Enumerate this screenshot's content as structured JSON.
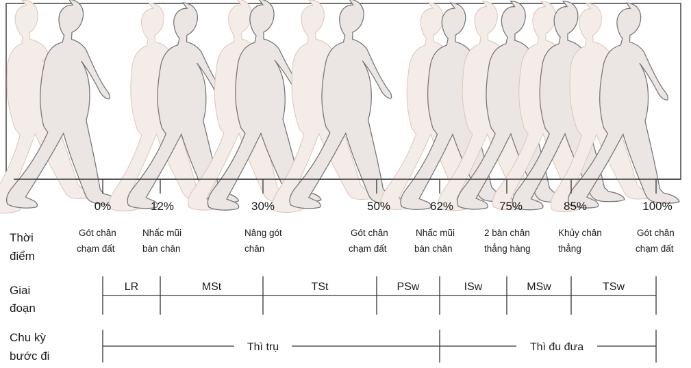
{
  "percentages": [
    "0%",
    "12%",
    "30%",
    "50%",
    "62%",
    "75%",
    "85%",
    "100%"
  ],
  "rows": {
    "moment": [
      "Thời",
      "điểm"
    ],
    "phase": [
      "Giai",
      "đoạn"
    ],
    "cycle": [
      "Chu kỳ",
      "bước đi"
    ]
  },
  "events": [
    [
      "Gót chân",
      "chạm đất"
    ],
    [
      "Nhấc mũi",
      "bàn chân"
    ],
    [
      "Nâng gót",
      "chân"
    ],
    [
      "Gót chân",
      "chạm đất"
    ],
    [
      "Nhấc mũi",
      "bàn chân"
    ],
    [
      "2 bàn chân",
      "thẳng hàng"
    ],
    [
      "Khủy chân",
      "thẳng"
    ],
    [
      "Gót chân",
      "chạm đất"
    ]
  ],
  "phases": [
    "LR",
    "MSt",
    "TSt",
    "PSw",
    "ISw",
    "MSw",
    "TSw"
  ],
  "stages": [
    "Thì trụ",
    "Thì đu đưa"
  ],
  "colors": {
    "figure_fill": "#ebe6e3",
    "figure_stroke": "#777777",
    "ghost_fill": "#f4ece8",
    "ghost_stroke": "#dcc6bd",
    "line": "#333333"
  }
}
